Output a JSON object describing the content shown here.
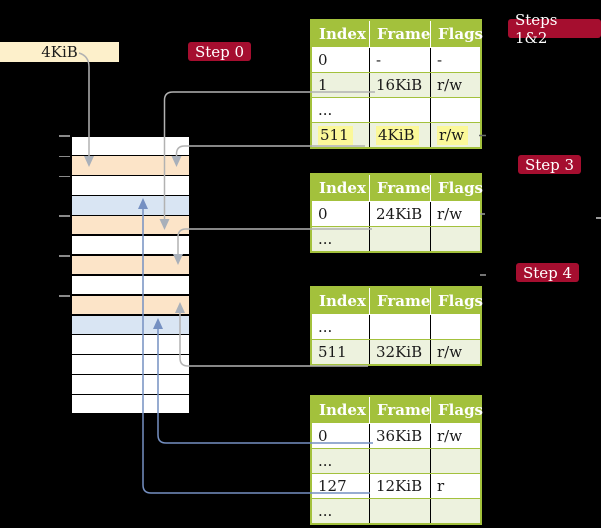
{
  "frame_box": {
    "label": "4KiB"
  },
  "labels": {
    "step0": "Step 0",
    "steps12": "Steps 1&2",
    "step3": "Step 3",
    "step4": "Step 4"
  },
  "memory": {
    "rows": [
      "white",
      "peach",
      "white",
      "blue",
      "peach",
      "white",
      "peach",
      "white",
      "peach",
      "blue",
      "white",
      "white",
      "white",
      "white"
    ]
  },
  "tables": [
    {
      "step": "Steps 1&2",
      "headers": [
        "Index",
        "Frame",
        "Flags"
      ],
      "rows": [
        {
          "cells": [
            "0",
            "-",
            "-"
          ],
          "shaded": false,
          "highlight": false
        },
        {
          "cells": [
            "1",
            "16KiB",
            "r/w"
          ],
          "shaded": true,
          "highlight": false
        },
        {
          "cells": [
            "...",
            "",
            ""
          ],
          "shaded": false,
          "highlight": false
        },
        {
          "cells": [
            "511",
            "4KiB",
            "r/w"
          ],
          "shaded": true,
          "highlight": true
        }
      ]
    },
    {
      "step": "Step 3",
      "headers": [
        "Index",
        "Frame",
        "Flags"
      ],
      "rows": [
        {
          "cells": [
            "0",
            "24KiB",
            "r/w"
          ],
          "shaded": false,
          "highlight": false
        },
        {
          "cells": [
            "...",
            "",
            ""
          ],
          "shaded": true,
          "highlight": false
        }
      ]
    },
    {
      "step": "Step 4",
      "headers": [
        "Index",
        "Frame",
        "Flags"
      ],
      "rows": [
        {
          "cells": [
            "...",
            "",
            ""
          ],
          "shaded": false,
          "highlight": false
        },
        {
          "cells": [
            "511",
            "32KiB",
            "r/w"
          ],
          "shaded": true,
          "highlight": false
        }
      ]
    },
    {
      "step": "",
      "headers": [
        "Index",
        "Frame",
        "Flags"
      ],
      "rows": [
        {
          "cells": [
            "0",
            "36KiB",
            "r/w"
          ],
          "shaded": false,
          "highlight": false
        },
        {
          "cells": [
            "...",
            "",
            ""
          ],
          "shaded": true,
          "highlight": false
        },
        {
          "cells": [
            "127",
            "12KiB",
            "r"
          ],
          "shaded": false,
          "highlight": false
        },
        {
          "cells": [
            "...",
            "",
            ""
          ],
          "shaded": true,
          "highlight": false
        }
      ]
    }
  ],
  "colors": {
    "background": "#000000",
    "table_header_green": "#a3c13c",
    "table_row_green": "#edf2de",
    "label_red": "#a50e2f",
    "frame_box_cream": "#fdf0cb",
    "memory_peach": "#fce4c8",
    "memory_blue": "#d9e5f3",
    "highlight_yellow": "#fbf899",
    "connector_gray": "#b2b2b2",
    "connector_blue": "#7590c2"
  }
}
